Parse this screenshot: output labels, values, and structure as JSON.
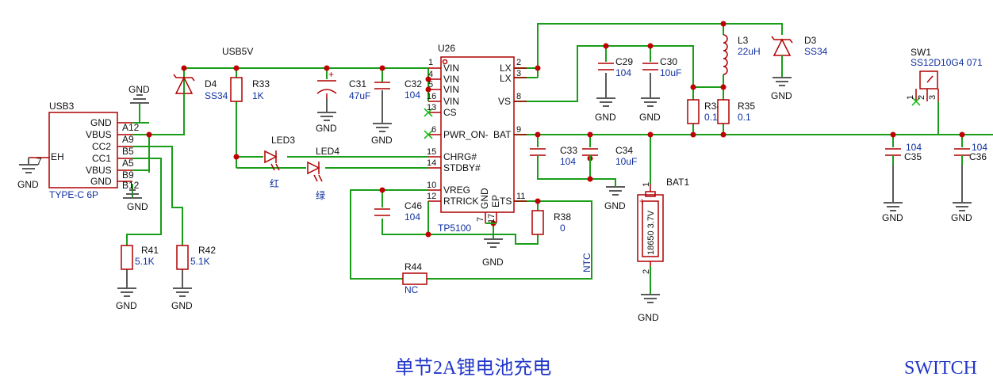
{
  "title": "单节2A锂电池充电",
  "switch_title": "SWITCH",
  "net_usb5v": "USB5V",
  "net_ntc": "NTC",
  "gnd_label": "GND",
  "usb3": {
    "ref": "USB3",
    "value": "TYPE-C 6P",
    "eh": "EH",
    "eh_pin": "7",
    "pins": [
      {
        "name": "GND",
        "num": "A12"
      },
      {
        "name": "VBUS",
        "num": "A9"
      },
      {
        "name": "CC2",
        "num": "B5"
      },
      {
        "name": "CC1",
        "num": "A5"
      },
      {
        "name": "VBUS",
        "num": "B9"
      },
      {
        "name": "GND",
        "num": "B12"
      }
    ]
  },
  "u26": {
    "ref": "U26",
    "name": "TP5100",
    "left_pins": [
      {
        "name": "VIN",
        "num": "1"
      },
      {
        "name": "VIN",
        "num": "4"
      },
      {
        "name": "VIN",
        "num": "5"
      },
      {
        "name": "VIN",
        "num": "16"
      },
      {
        "name": "CS",
        "num": "13"
      },
      {
        "name": "PWR_ON-",
        "num": "6"
      },
      {
        "name": "CHRG#",
        "num": "15"
      },
      {
        "name": "STDBY#",
        "num": "14"
      },
      {
        "name": "VREG",
        "num": "10"
      },
      {
        "name": "RTRICK",
        "num": "12"
      }
    ],
    "right_pins": [
      {
        "name": "LX",
        "num": "2"
      },
      {
        "name": "LX",
        "num": "3"
      },
      {
        "name": "VS",
        "num": "8"
      },
      {
        "name": "BAT",
        "num": "9"
      },
      {
        "name": "TS",
        "num": "11"
      }
    ],
    "bottom_pins": [
      {
        "name": "GND",
        "num": "7"
      },
      {
        "name": "EP",
        "num": "17"
      }
    ]
  },
  "parts": {
    "d4": {
      "ref": "D4",
      "value": "SS34"
    },
    "d3": {
      "ref": "D3",
      "value": "SS34"
    },
    "r33": {
      "ref": "R33",
      "value": "1K"
    },
    "r34": {
      "ref": "R34",
      "value": "0.1"
    },
    "r35": {
      "ref": "R35",
      "value": "0.1"
    },
    "r38": {
      "ref": "R38",
      "value": "0"
    },
    "r41": {
      "ref": "R41",
      "value": "5.1K"
    },
    "r42": {
      "ref": "R42",
      "value": "5.1K"
    },
    "r44": {
      "ref": "R44",
      "value": "NC"
    },
    "c31": {
      "ref": "C31",
      "value": "47uF"
    },
    "c32": {
      "ref": "C32",
      "value": "104"
    },
    "c29": {
      "ref": "C29",
      "value": "104"
    },
    "c30": {
      "ref": "C30",
      "value": "10uF"
    },
    "c33": {
      "ref": "C33",
      "value": "104"
    },
    "c34": {
      "ref": "C34",
      "value": "10uF"
    },
    "c46": {
      "ref": "C46",
      "value": "104"
    },
    "c35": {
      "ref": "C35",
      "value": "104"
    },
    "c36": {
      "ref": "C36",
      "value": "104"
    },
    "l3": {
      "ref": "L3",
      "value": "22uH"
    },
    "led3": {
      "ref": "LED3",
      "color": "红"
    },
    "led4": {
      "ref": "LED4",
      "color": "绿"
    },
    "bat1": {
      "ref": "BAT1",
      "value": "18650 3.7V",
      "pin_plus": "1",
      "pin_minus": "2"
    },
    "sw1": {
      "ref": "SW1",
      "value": "SS12D10G4 071",
      "pins": [
        "1",
        "2",
        "3"
      ]
    }
  }
}
